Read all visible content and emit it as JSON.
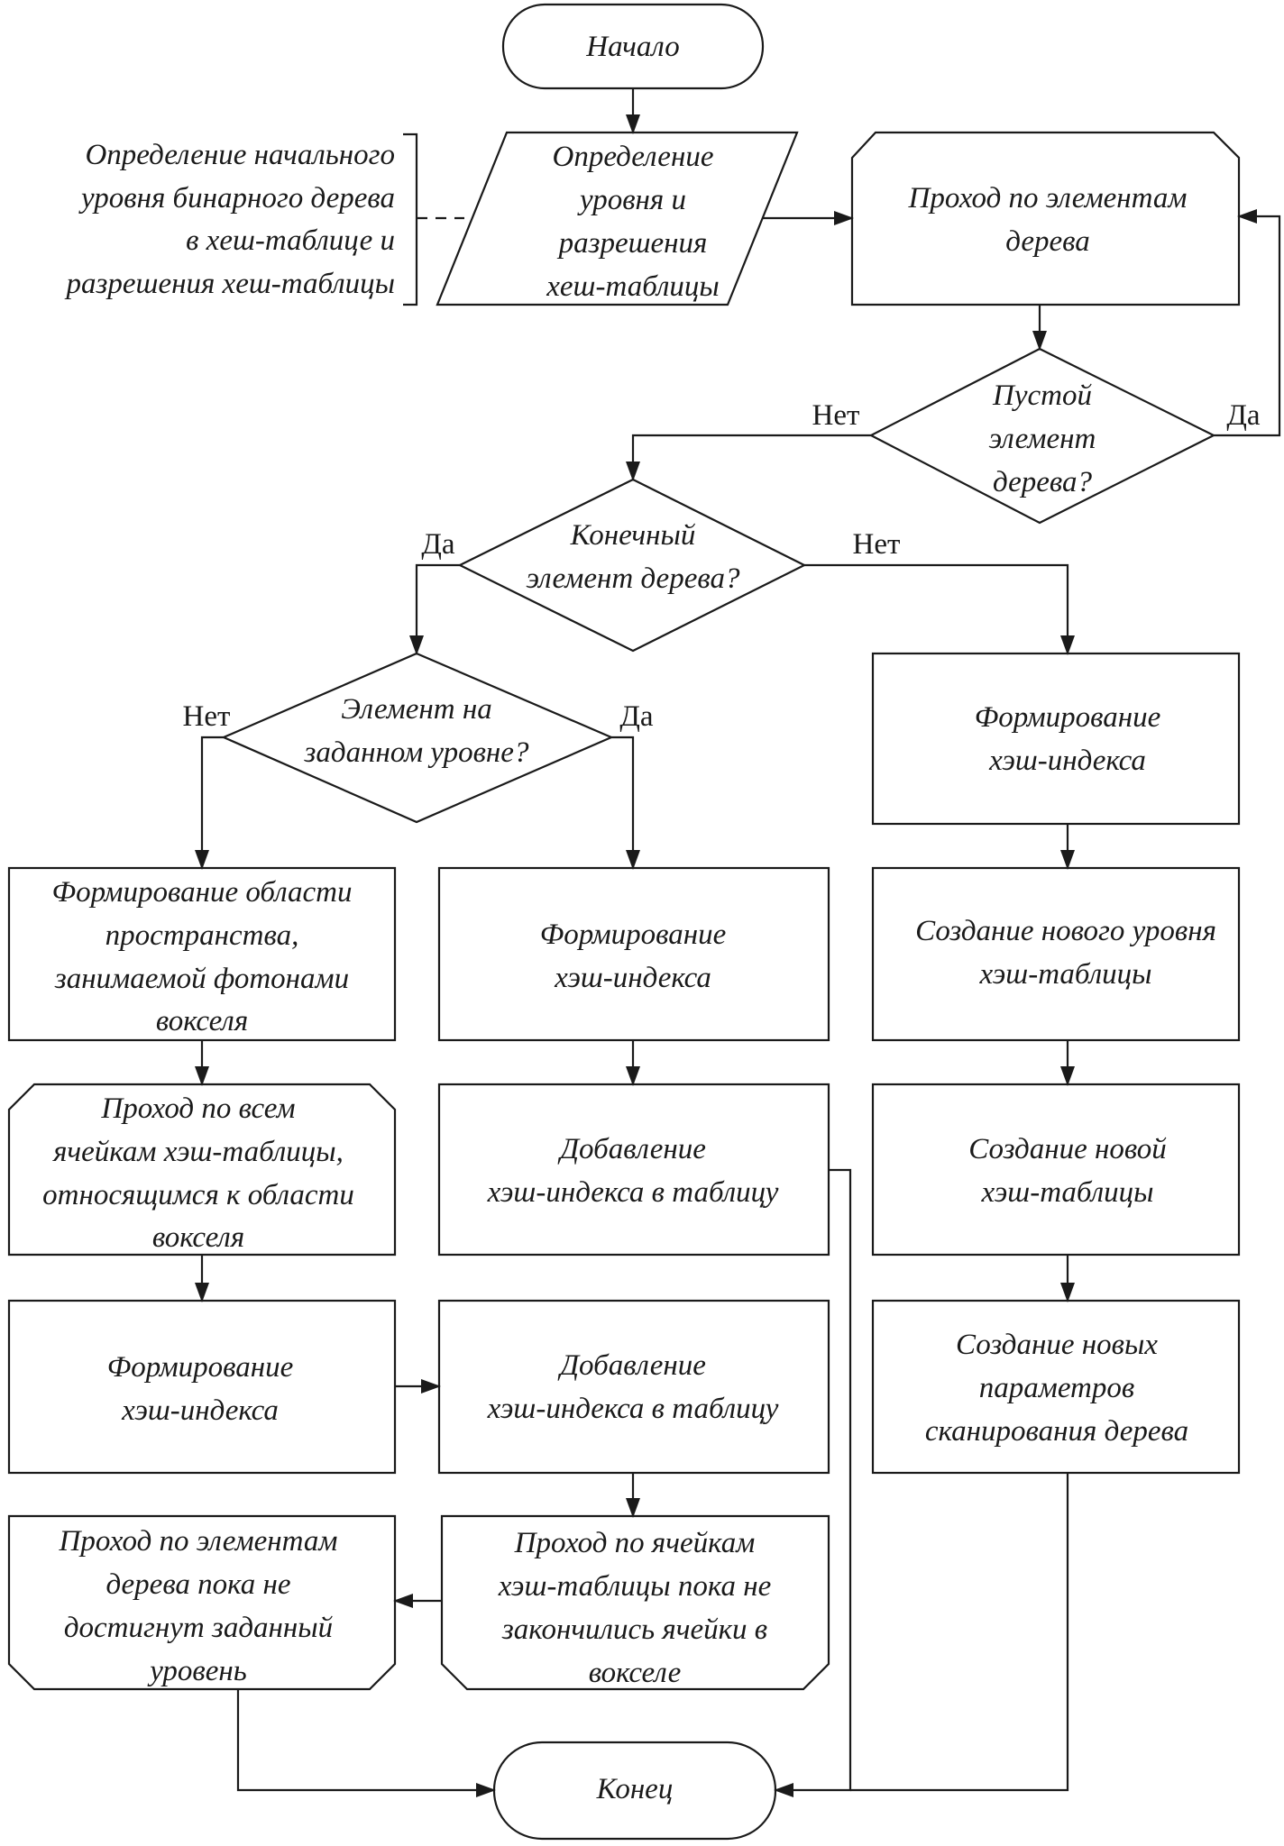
{
  "nodes": {
    "start": [
      "Начало"
    ],
    "annotation": [
      "Определение начального",
      "уровня бинарного дерева",
      "в хеш-таблице и",
      "разрешения хеш-таблицы"
    ],
    "define_level": [
      "Определение",
      "уровня и",
      "разрешения",
      "хеш-таблицы"
    ],
    "traverse_tree": [
      "Проход по элементам",
      "дерева"
    ],
    "empty_elem": [
      "Пустой",
      "элемент",
      "дерева?"
    ],
    "end_elem": [
      "Конечный",
      "элемент дерева?"
    ],
    "on_level": [
      "Элемент на",
      "заданном уровне?"
    ],
    "hash_right": [
      "Формирование",
      "хэш-индекса"
    ],
    "form_region": [
      "Формирование области",
      "пространства,",
      "занимаемой фотонами",
      "вокселя"
    ],
    "hash_mid": [
      "Формирование",
      "хэш-индекса"
    ],
    "new_level": [
      "Создание нового уровня",
      "хэш-таблицы"
    ],
    "traverse_cells": [
      "Проход по всем",
      "ячейкам хэш-таблицы,",
      "относящимся к области",
      "вокселя"
    ],
    "add_hash_mid": [
      "Добавление",
      "хэш-индекса в таблицу"
    ],
    "new_table": [
      "Создание новой",
      "хэш-таблицы"
    ],
    "hash_left": [
      "Формирование",
      "хэш-индекса"
    ],
    "add_hash_left": [
      "Добавление",
      "хэш-индекса в таблицу"
    ],
    "new_params": [
      "Создание новых",
      "параметров",
      "сканирования дерева"
    ],
    "loop_tree": [
      "Проход по элементам",
      "дерева пока не",
      "достигнут заданный",
      "уровень"
    ],
    "loop_cells": [
      "Проход по ячейкам",
      "хэш-таблицы пока не",
      "закончились ячейки в",
      "вокселе"
    ],
    "end": [
      "Конец"
    ]
  },
  "branches": {
    "empty_no": "Нет",
    "empty_yes": "Да",
    "end_yes": "Да",
    "end_no": "Нет",
    "level_no": "Нет",
    "level_yes": "Да"
  }
}
